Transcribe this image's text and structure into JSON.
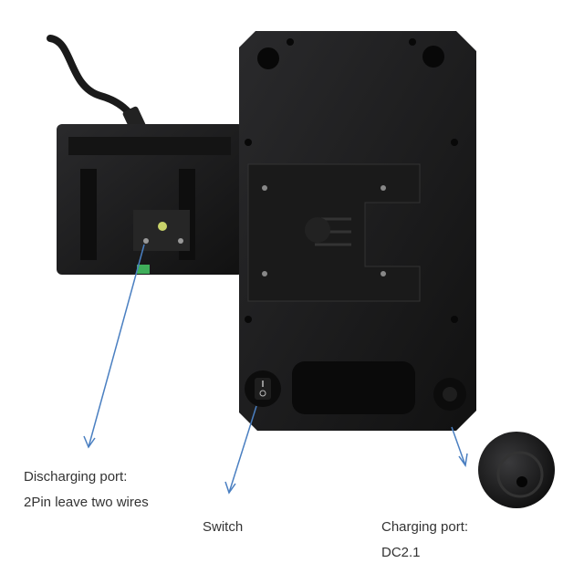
{
  "labels": {
    "discharging_title": "Discharging port:",
    "discharging_detail": "2Pin leave two wires",
    "switch": "Switch",
    "charging_title": "Charging port:",
    "charging_detail": "DC2.1"
  },
  "colors": {
    "arrow": "#4a7fc1",
    "device": "#1c1c1e",
    "text": "#333333"
  }
}
